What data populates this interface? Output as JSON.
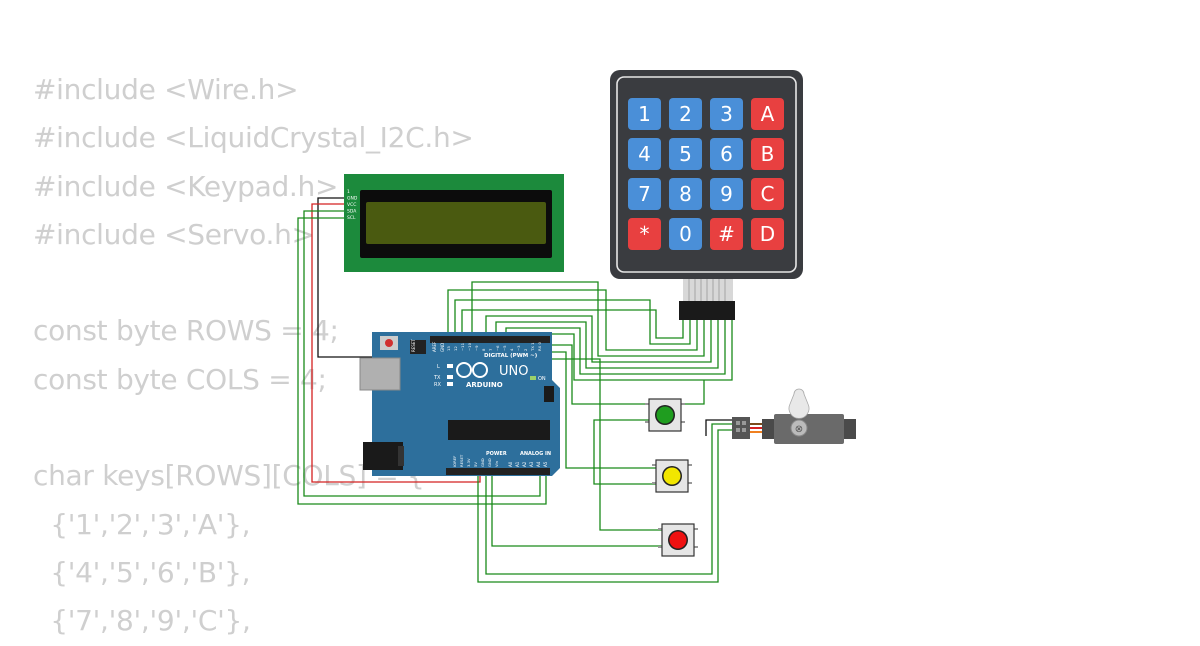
{
  "code_lines": [
    "#include <Wire.h>",
    "#include <LiquidCrystal_I2C.h>",
    "#include <Keypad.h>",
    "#include <Servo.h>",
    "",
    "const byte ROWS = 4;",
    "const byte COLS = 4;",
    "",
    "char keys[ROWS][COLS] = {",
    "  {'1','2','3','A'},",
    "  {'4','5','6','B'},",
    "  {'7','8','9','C'},"
  ],
  "keypad": {
    "keys": [
      [
        "1",
        "2",
        "3",
        "A"
      ],
      [
        "4",
        "5",
        "6",
        "B"
      ],
      [
        "7",
        "8",
        "9",
        "C"
      ],
      [
        "*",
        "0",
        "#",
        "D"
      ]
    ]
  },
  "lcd": {
    "pins": [
      "1",
      "GND",
      "VCC",
      "SDA",
      "SCL"
    ]
  },
  "arduino": {
    "brand": "ARDUINO",
    "model": "UNO",
    "digital_label": "DIGITAL (PWM ~)",
    "power_label": "POWER",
    "analog_label": "ANALOG IN",
    "aref": "AREF",
    "gnd": "GND",
    "reset": "RESET",
    "on": "ON",
    "tx": "TX",
    "rx": "RX",
    "l": "L",
    "digital_pins": [
      "13",
      "12",
      "~11",
      "~10",
      "~9",
      "8",
      "7",
      "~6",
      "~5",
      "4",
      "~3",
      "2",
      "TX 1",
      "RX 0"
    ],
    "power_pins": [
      "IOREF",
      "RESET",
      "3.3V",
      "5V",
      "GND",
      "GND",
      "Vin"
    ],
    "analog_pins": [
      "A0",
      "A1",
      "A2",
      "A3",
      "A4",
      "A5"
    ]
  },
  "buttons": [
    {
      "color": "#1f9d1f"
    },
    {
      "color": "#f2e600"
    },
    {
      "color": "#ee1111"
    }
  ],
  "colors": {
    "wire_green": "#1a8a1a",
    "wire_red": "#d42020",
    "wire_black": "#111111",
    "board_blue": "#2d6f9c",
    "lcd_green": "#1c8a3c",
    "lcd_screen": "#4a5a10",
    "keypad_body": "#3a3c40",
    "key_blue": "#4a8fd8",
    "key_red": "#e84040"
  }
}
